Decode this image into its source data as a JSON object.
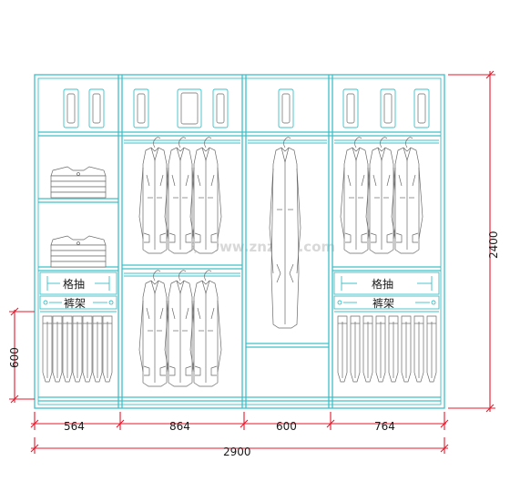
{
  "dimensions": {
    "widths": [
      "564",
      "864",
      "600",
      "764"
    ],
    "total_width": "2900",
    "height": "2400",
    "rack_height": "600"
  },
  "labels": {
    "left_rail": "格抽",
    "left_rack": "裤架",
    "right_rail": "格抽",
    "right_rack": "裤架"
  },
  "watermark": "知末 www.znzmo.com",
  "colors": {
    "frame": "#3cc0c8",
    "dimension": "#e8182c",
    "clothes": "#6a6a6a"
  }
}
